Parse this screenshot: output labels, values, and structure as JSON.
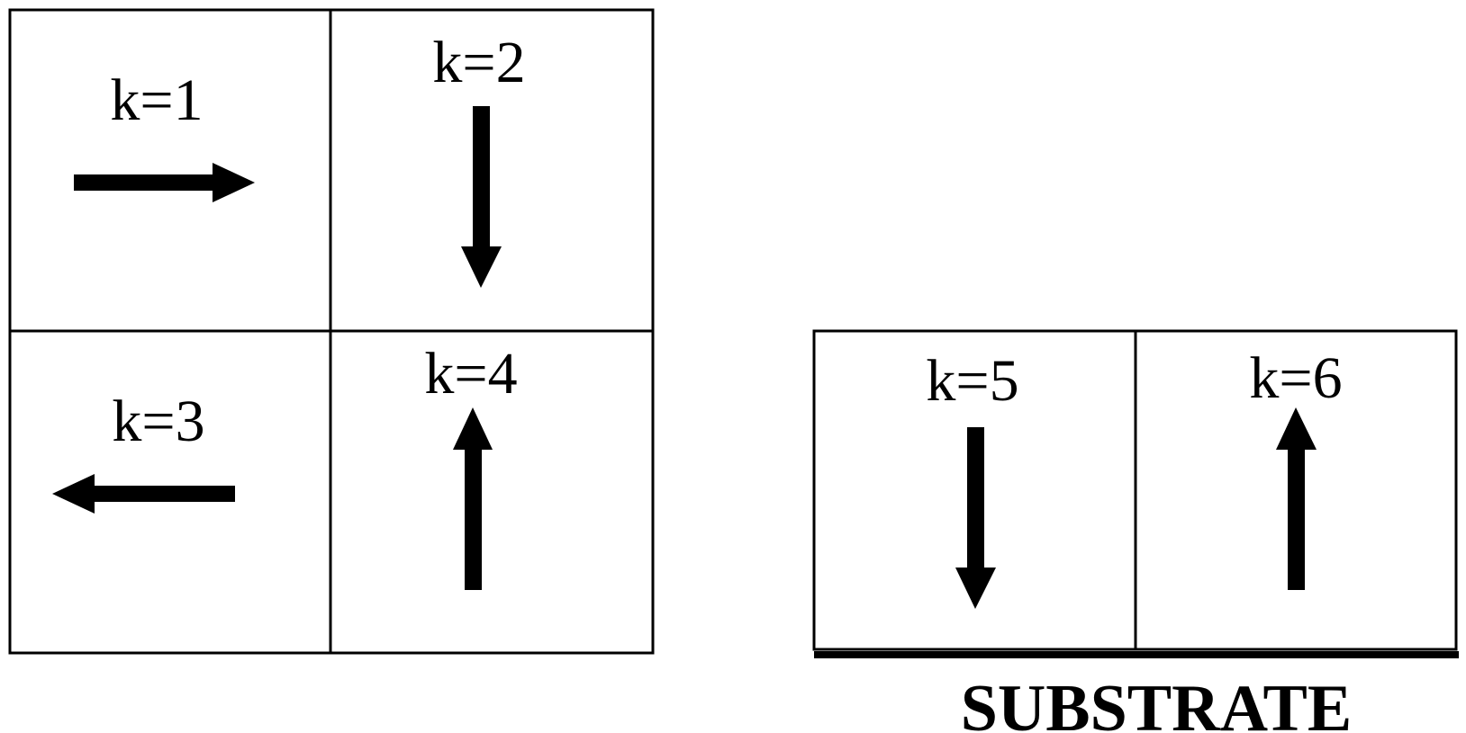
{
  "diagram": {
    "cells": [
      {
        "label": "k=1",
        "direction": "right"
      },
      {
        "label": "k=2",
        "direction": "down"
      },
      {
        "label": "k=3",
        "direction": "left"
      },
      {
        "label": "k=4",
        "direction": "up"
      },
      {
        "label": "k=5",
        "direction": "down"
      },
      {
        "label": "k=6",
        "direction": "up"
      }
    ],
    "substrate_label": "SUBSTRATE"
  }
}
